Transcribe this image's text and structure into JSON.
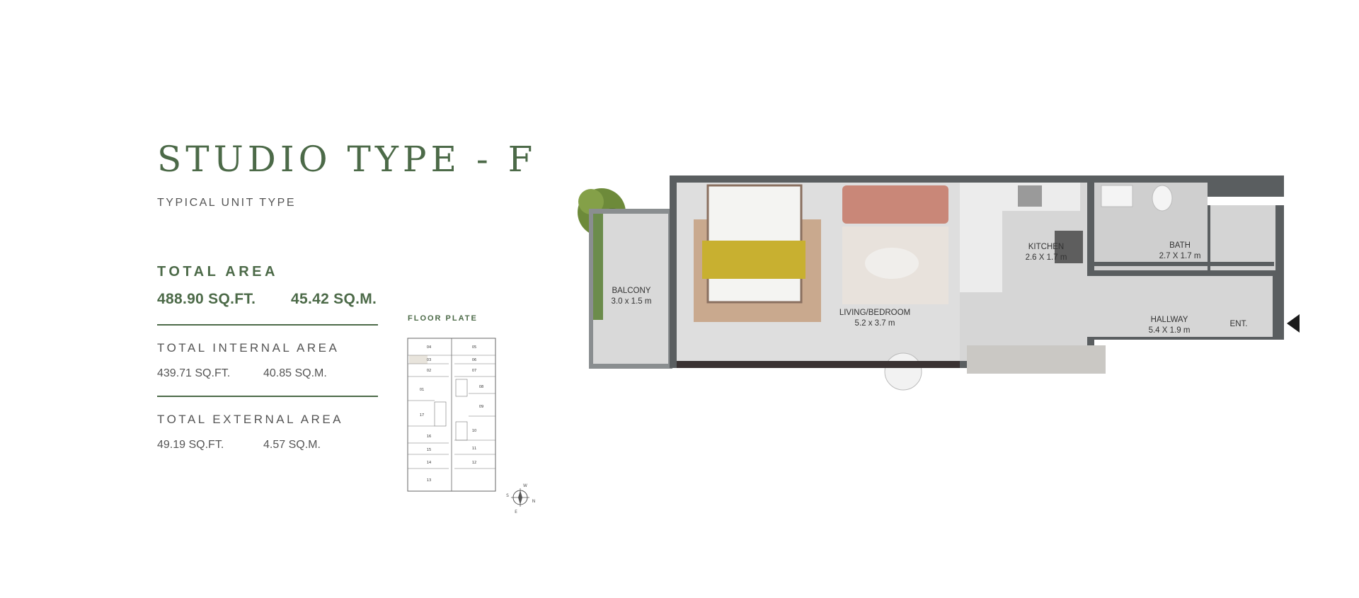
{
  "header": {
    "title": "STUDIO TYPE - F",
    "subtitle": "TYPICAL UNIT TYPE"
  },
  "total_area": {
    "label": "TOTAL AREA",
    "sqft": "488.90 SQ.FT.",
    "sqm": "45.42 SQ.M."
  },
  "internal_area": {
    "label": "TOTAL INTERNAL AREA",
    "sqft": "439.71 SQ.FT.",
    "sqm": "40.85 SQ.M."
  },
  "external_area": {
    "label": "TOTAL EXTERNAL AREA",
    "sqft": "49.19 SQ.FT.",
    "sqm": "4.57 SQ.M."
  },
  "floor_plate": {
    "label": "FLOOR PLATE",
    "units": [
      "04",
      "05",
      "03",
      "06",
      "02",
      "07",
      "01",
      "08",
      "17",
      "09",
      "16",
      "10",
      "15",
      "11",
      "14",
      "12",
      "13"
    ],
    "compass": {
      "w": "W",
      "s": "S",
      "n": "N",
      "e": "E"
    }
  },
  "rooms": {
    "balcony": {
      "name": "BALCONY",
      "dims": "3.0 x 1.5 m"
    },
    "living": {
      "name": "LIVING/BEDROOM",
      "dims": "5.2 x 3.7 m"
    },
    "kitchen": {
      "name": "KITCHEN",
      "dims": "2.6 X 1.7 m"
    },
    "bath": {
      "name": "BATH",
      "dims": "2.7 X 1.7 m"
    },
    "hallway": {
      "name": "HALLWAY",
      "dims": "5.4 X 1.9 m"
    },
    "entrance": {
      "name": "ENT."
    }
  },
  "colors": {
    "brand_green": "#4c6a48",
    "wall_dark": "#5a5e60",
    "floor": "#dcdcdc"
  }
}
